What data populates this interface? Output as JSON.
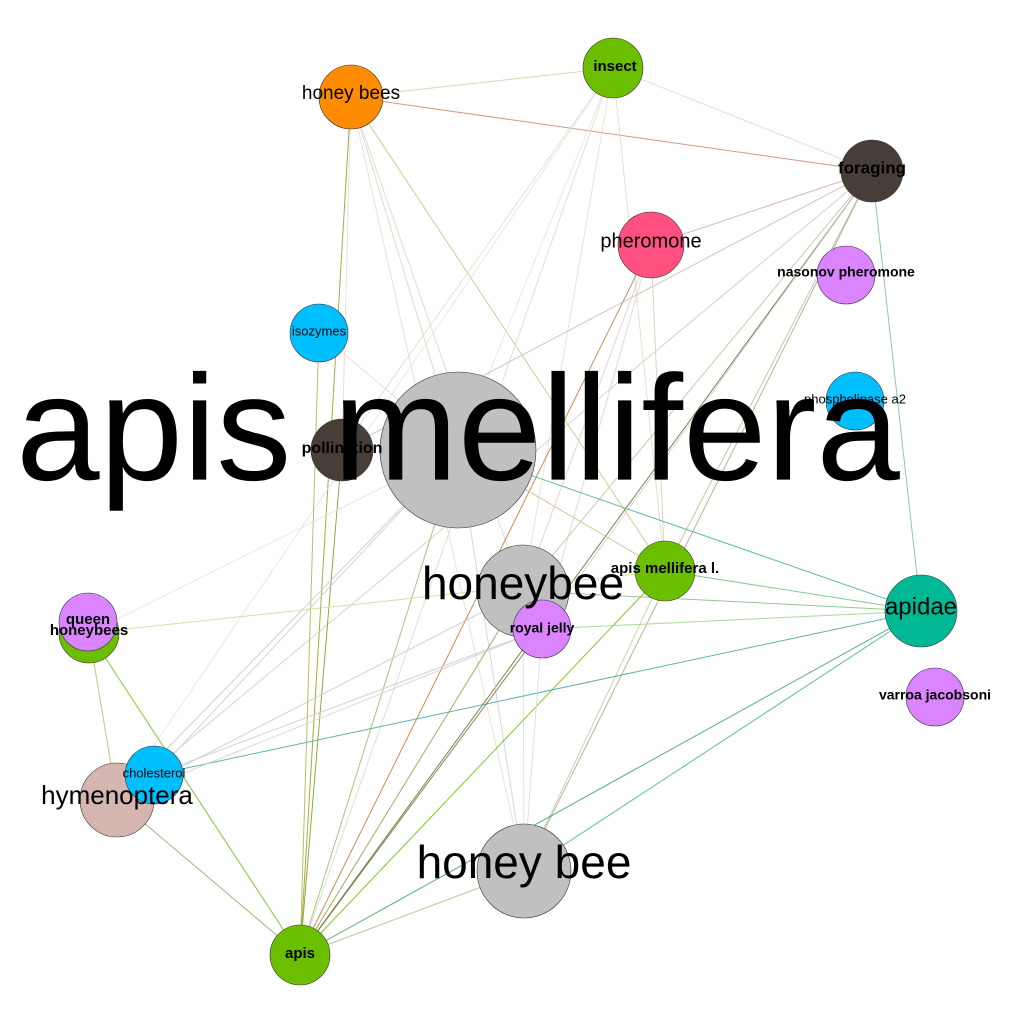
{
  "graph": {
    "nodes": [
      {
        "id": "apis-mellifera",
        "label": "apis mellifera",
        "color": "#c0c0c0"
      },
      {
        "id": "honeybee",
        "label": "honeybee",
        "color": "#c0c0c0"
      },
      {
        "id": "honey-bee",
        "label": "honey bee",
        "color": "#c0c0c0"
      },
      {
        "id": "apidae",
        "label": "apidae",
        "color": "#00b894"
      },
      {
        "id": "hymenoptera",
        "label": "hymenoptera",
        "color": "#d4b5b0"
      },
      {
        "id": "honey-bees",
        "label": "honey bees",
        "color": "#ff8c00"
      },
      {
        "id": "pheromone",
        "label": "pheromone",
        "color": "#ff5080"
      },
      {
        "id": "foraging",
        "label": "foraging",
        "color": "#483e38"
      },
      {
        "id": "pollination",
        "label": "pollination",
        "color": "#483e38"
      },
      {
        "id": "insect",
        "label": "insect",
        "color": "#6cbf00"
      },
      {
        "id": "apis-mellifera-l",
        "label": "apis mellifera l.",
        "color": "#6cbf00"
      },
      {
        "id": "apis",
        "label": "apis",
        "color": "#6cbf00"
      },
      {
        "id": "honeybees",
        "label": "honeybees",
        "color": "#6cbf00"
      },
      {
        "id": "queen",
        "label": "queen",
        "color": "#da85ff"
      },
      {
        "id": "royal-jelly",
        "label": "royal jelly",
        "color": "#da85ff"
      },
      {
        "id": "nasonov-pheromone",
        "label": "nasonov pheromone",
        "color": "#da85ff"
      },
      {
        "id": "varroa-jacobsoni",
        "label": "varroa jacobsoni",
        "color": "#da85ff"
      },
      {
        "id": "isozymes",
        "label": "isozymes",
        "color": "#00bfff"
      },
      {
        "id": "phospholipase-a2",
        "label": "phospholipase a2",
        "color": "#00bfff"
      },
      {
        "id": "cholesterol",
        "label": "cholesterol",
        "color": "#00bfff"
      }
    ],
    "edges": [
      {
        "source": "honey-bees",
        "target": "insect",
        "color": "#d8cfa8"
      },
      {
        "source": "honey-bees",
        "target": "foraging",
        "color": "#c98a6a"
      },
      {
        "source": "honey-bees",
        "target": "apis",
        "color": "#9a9a20"
      },
      {
        "source": "honey-bees",
        "target": "apis-mellifera-l",
        "color": "#c8c870"
      },
      {
        "source": "honey-bees",
        "target": "apis-mellifera",
        "color": "#d5d5c0"
      },
      {
        "source": "honey-bees",
        "target": "honeybee",
        "color": "#d8d8c8"
      },
      {
        "source": "honey-bees",
        "target": "honey-bee",
        "color": "#e0e0d0"
      },
      {
        "source": "honey-bees",
        "target": "pollination",
        "color": "#dddddd"
      },
      {
        "source": "insect",
        "target": "foraging",
        "color": "#d8d8cc"
      },
      {
        "source": "insect",
        "target": "apis",
        "color": "#d8dcc8"
      },
      {
        "source": "insect",
        "target": "pollination",
        "color": "#dcdccc"
      },
      {
        "source": "insect",
        "target": "honeybee",
        "color": "#dde4cc"
      },
      {
        "source": "insect",
        "target": "apis-mellifera-l",
        "color": "#d6e0c0"
      },
      {
        "source": "insect",
        "target": "apis-mellifera",
        "color": "#e4e4dc"
      },
      {
        "source": "insect",
        "target": "hymenoptera",
        "color": "#e4e4dc"
      },
      {
        "source": "foraging",
        "target": "pheromone",
        "color": "#d3a8b4"
      },
      {
        "source": "foraging",
        "target": "apis",
        "color": "#6b6b2a"
      },
      {
        "source": "foraging",
        "target": "honey-bee",
        "color": "#a8a888"
      },
      {
        "source": "foraging",
        "target": "apidae",
        "color": "#7fb8b0"
      },
      {
        "source": "foraging",
        "target": "apis-mellifera-l",
        "color": "#b8c090"
      },
      {
        "source": "foraging",
        "target": "honeybee",
        "color": "#c8c0a0"
      },
      {
        "source": "foraging",
        "target": "pollination",
        "color": "#c8b8b0"
      },
      {
        "source": "foraging",
        "target": "royal-jelly",
        "color": "#d8c8d8"
      },
      {
        "source": "foraging",
        "target": "hymenoptera",
        "color": "#cccccc"
      },
      {
        "source": "pheromone",
        "target": "apis",
        "color": "#c27a3a"
      },
      {
        "source": "pheromone",
        "target": "apis-mellifera-l",
        "color": "#e0c8b0"
      },
      {
        "source": "pheromone",
        "target": "honeybee",
        "color": "#e8c8c8"
      },
      {
        "source": "pheromone",
        "target": "royal-jelly",
        "color": "#e0d0d0"
      },
      {
        "source": "isozymes",
        "target": "apis",
        "color": "#b8b040"
      },
      {
        "source": "isozymes",
        "target": "apis-mellifera",
        "color": "#dddddd"
      },
      {
        "source": "pollination",
        "target": "apis",
        "color": "#7a9a20"
      },
      {
        "source": "apis-mellifera",
        "target": "apidae",
        "color": "#3fb0a0"
      },
      {
        "source": "apis-mellifera",
        "target": "apis",
        "color": "#90c060"
      },
      {
        "source": "apis-mellifera",
        "target": "honey-bee",
        "color": "#d0d0d0"
      },
      {
        "source": "apis-mellifera",
        "target": "apis-mellifera-l",
        "color": "#c8c080"
      },
      {
        "source": "apis-mellifera",
        "target": "hymenoptera",
        "color": "#c8c8c8"
      },
      {
        "source": "apis-mellifera",
        "target": "cholesterol",
        "color": "#cccccc"
      },
      {
        "source": "apis-mellifera",
        "target": "honeybees",
        "color": "#e0e0e0"
      },
      {
        "source": "honeybee",
        "target": "apidae",
        "color": "#80c080"
      },
      {
        "source": "honeybee",
        "target": "apis",
        "color": "#8aa040"
      },
      {
        "source": "honeybee",
        "target": "honey-bee",
        "color": "#dddddd"
      },
      {
        "source": "honeybee",
        "target": "hymenoptera",
        "color": "#c8c8c8"
      },
      {
        "source": "apis-mellifera-l",
        "target": "apidae",
        "color": "#6cbf80"
      },
      {
        "source": "apis-mellifera-l",
        "target": "apis",
        "color": "#6cbf00"
      },
      {
        "source": "apis-mellifera-l",
        "target": "honey-bee",
        "color": "#c8c8a0"
      },
      {
        "source": "apis-mellifera-l",
        "target": "honeybees",
        "color": "#c8e090"
      },
      {
        "source": "apidae",
        "target": "apis",
        "color": "#3aa070"
      },
      {
        "source": "apidae",
        "target": "honey-bee",
        "color": "#40b0a0"
      },
      {
        "source": "apidae",
        "target": "cholesterol",
        "color": "#40a8a0"
      },
      {
        "source": "apidae",
        "target": "royal-jelly",
        "color": "#a0d080"
      },
      {
        "source": "hymenoptera",
        "target": "apis",
        "color": "#a0a060"
      },
      {
        "source": "honeybees",
        "target": "apis",
        "color": "#6cbf00"
      },
      {
        "source": "honeybees",
        "target": "hymenoptera",
        "color": "#a8c860"
      },
      {
        "source": "honey-bee",
        "target": "apis",
        "color": "#a0c080"
      },
      {
        "source": "honey-bee",
        "target": "royal-jelly",
        "color": "#d8d8d8"
      },
      {
        "source": "royal-jelly",
        "target": "apis",
        "color": "#707040"
      },
      {
        "source": "royal-jelly",
        "target": "cholesterol",
        "color": "#c8c8d0"
      },
      {
        "source": "royal-jelly",
        "target": "hymenoptera",
        "color": "#d0d0d0"
      }
    ]
  }
}
